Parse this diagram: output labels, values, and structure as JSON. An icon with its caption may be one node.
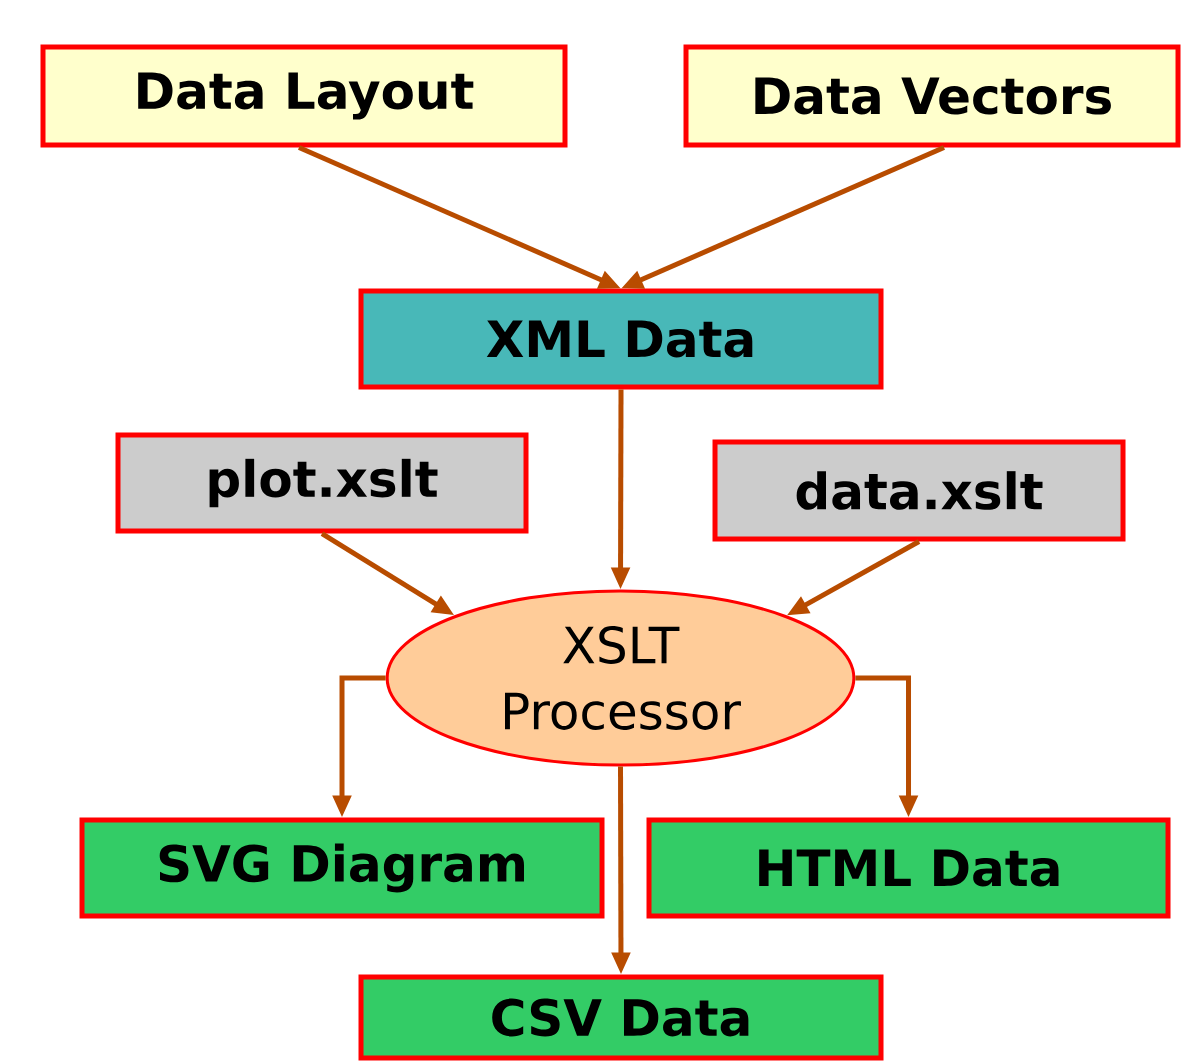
{
  "diagram": {
    "nodes": [
      {
        "text": [
          "Data Layout"
        ]
      },
      {
        "text": [
          "Data Vectors"
        ]
      },
      {
        "text": [
          "XML Data"
        ]
      },
      {
        "text": [
          "plot.xslt"
        ]
      },
      {
        "text": [
          "data.xslt"
        ]
      },
      {
        "text": [
          "XSLT Processor"
        ]
      },
      {
        "text": [
          "SVG Diagram"
        ]
      },
      {
        "text": [
          "HTML Data"
        ]
      },
      {
        "text": [
          "CSV Data"
        ]
      }
    ],
    "edges": [
      {
        "from": 0,
        "to": 2,
        "arrow": "to"
      },
      {
        "from": 1,
        "to": 2,
        "arrow": "to"
      },
      {
        "from": 2,
        "to": 5,
        "arrow": "to"
      },
      {
        "from": 3,
        "to": 5,
        "arrow": "to"
      },
      {
        "from": 4,
        "to": 5,
        "arrow": "to"
      },
      {
        "from": 5,
        "to": 6,
        "arrow": "to"
      },
      {
        "from": 5,
        "to": 7,
        "arrow": "to"
      },
      {
        "from": 5,
        "to": 8,
        "arrow": "to"
      }
    ]
  }
}
